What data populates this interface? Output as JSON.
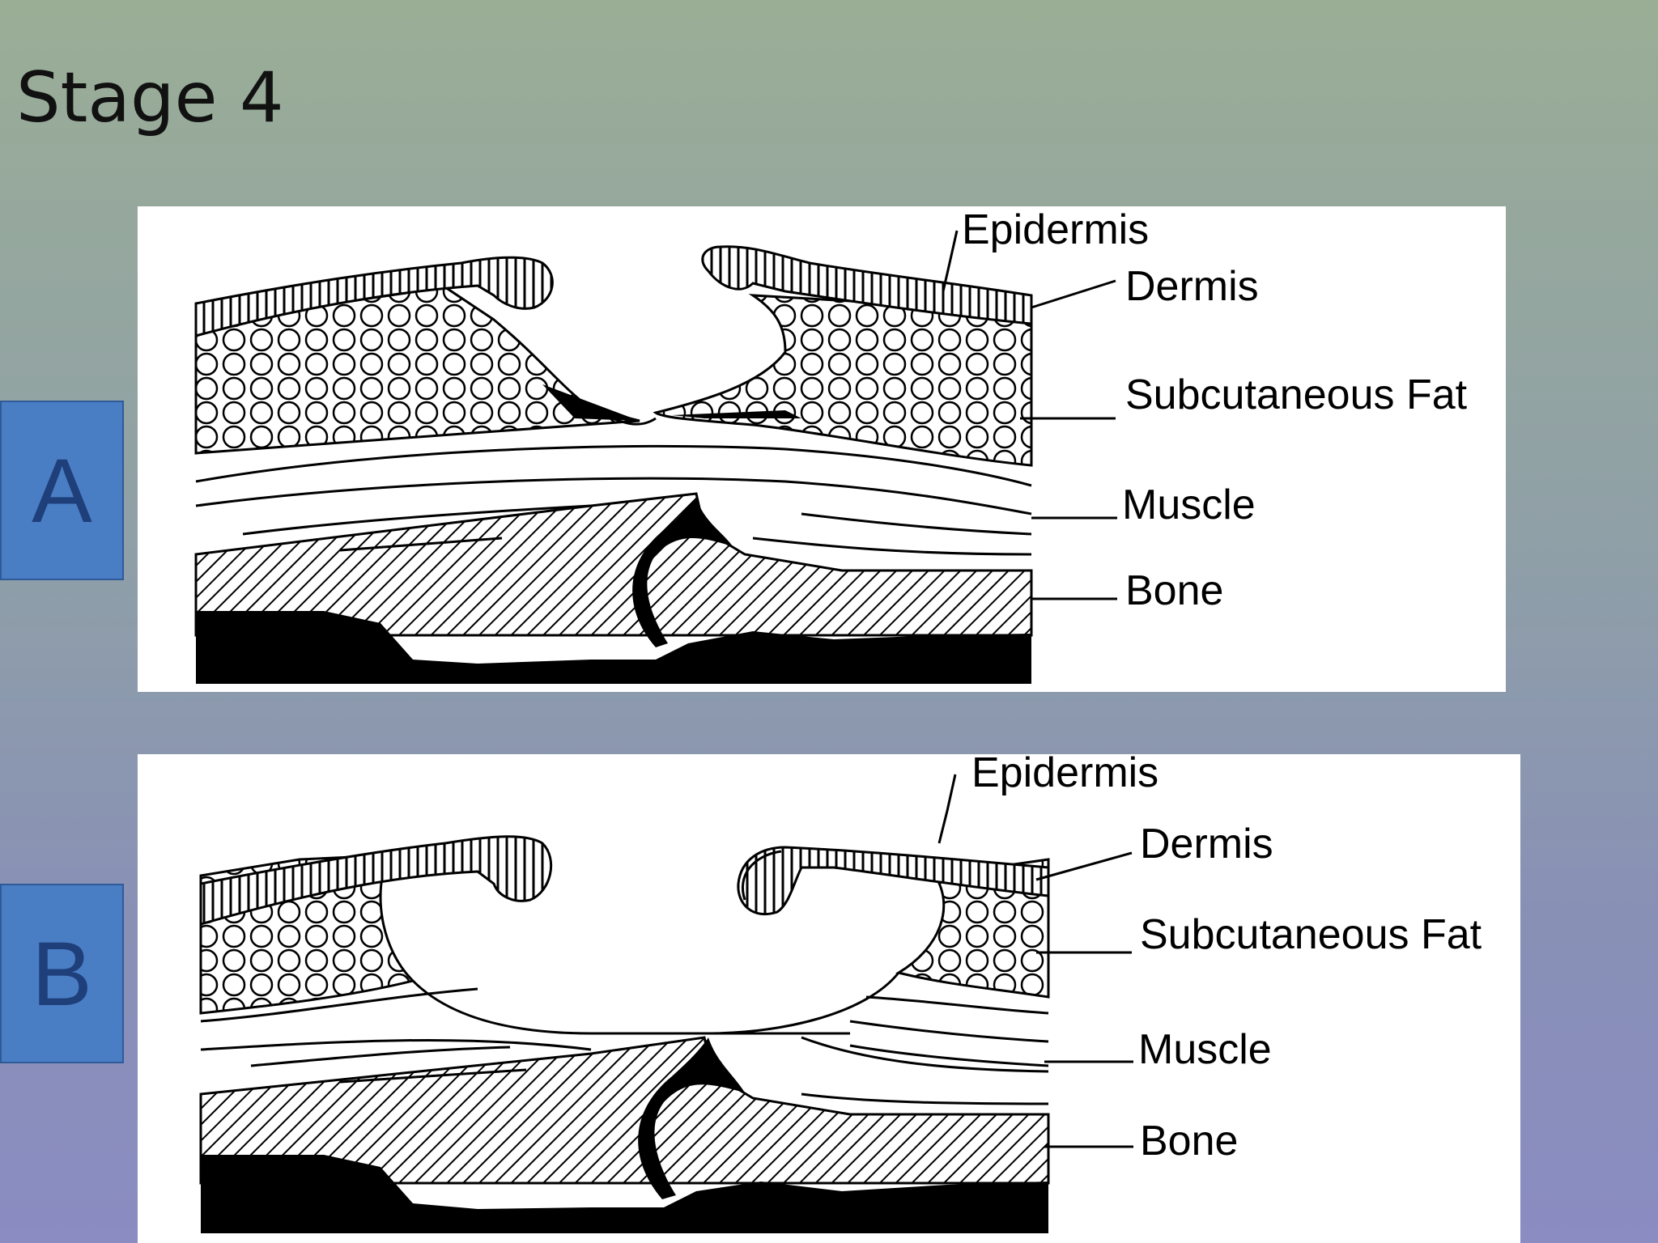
{
  "title": "Stage 4",
  "panels": [
    {
      "id": "A",
      "letter": "A",
      "labels": {
        "epidermis": "Epidermis",
        "dermis": "Dermis",
        "fat": "Subcutaneous Fat",
        "muscle": "Muscle",
        "bone": "Bone"
      }
    },
    {
      "id": "B",
      "letter": "B",
      "labels": {
        "epidermis": "Epidermis",
        "dermis": "Dermis",
        "fat": "Subcutaneous Fat",
        "muscle": "Muscle",
        "bone": "Bone"
      }
    }
  ]
}
